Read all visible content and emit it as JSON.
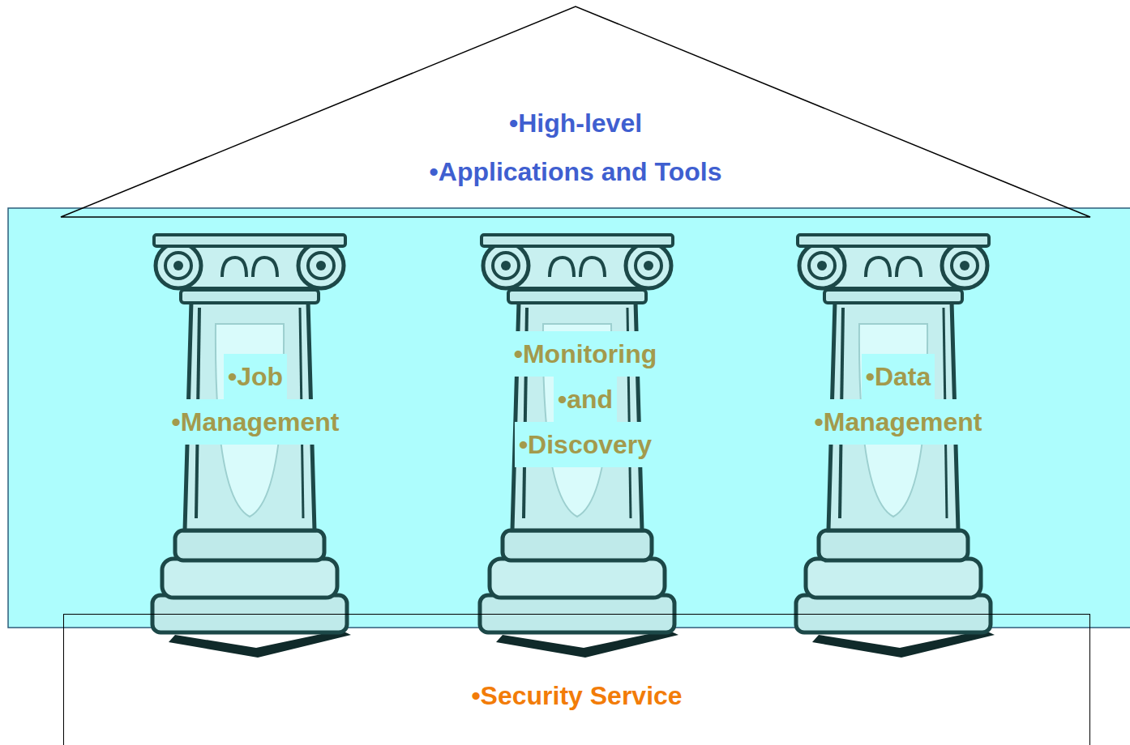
{
  "diagram": {
    "nodes": [
      {
        "text": [
          "•High-level",
          "•Applications and Tools"
        ]
      },
      {
        "text": [
          "•Job",
          "•Management"
        ]
      },
      {
        "text": [
          "•Monitoring",
          "•and",
          "•Discovery"
        ]
      },
      {
        "text": [
          "•Data",
          "•Management"
        ]
      },
      {
        "text": [
          "•Security Service"
        ]
      }
    ]
  }
}
